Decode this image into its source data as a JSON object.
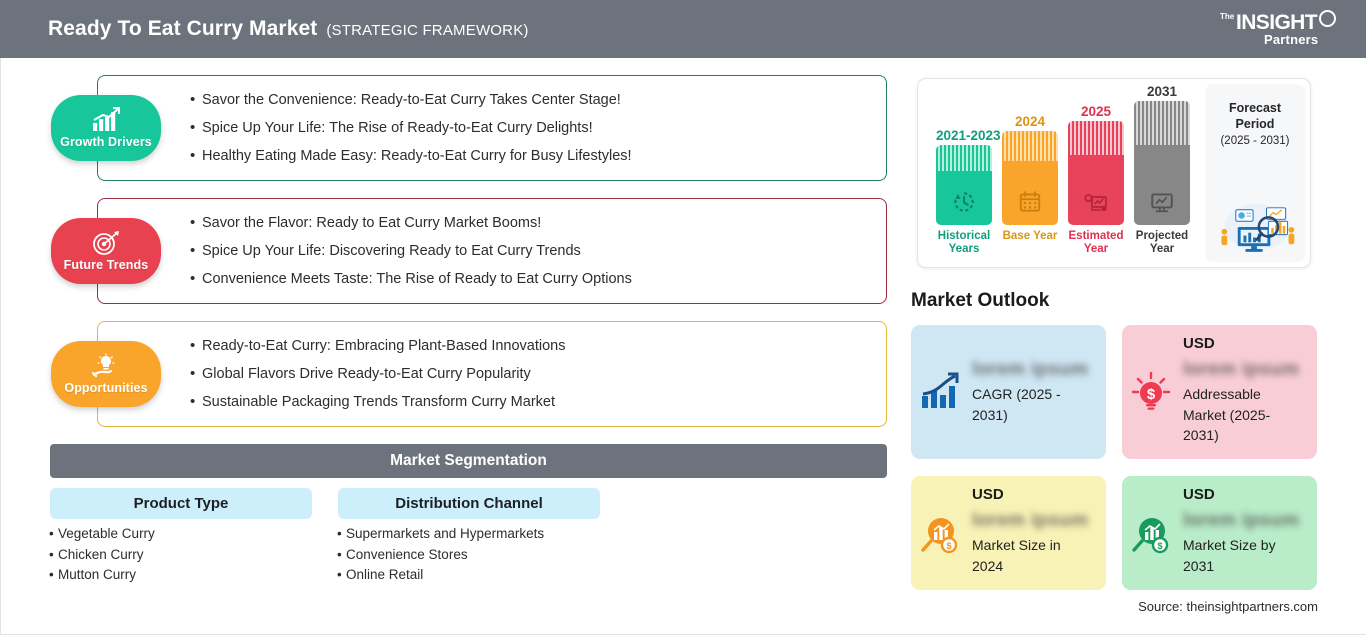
{
  "header": {
    "title": "Ready To Eat Curry Market",
    "subtitle": "(STRATEGIC FRAMEWORK)",
    "logo": {
      "the": "The",
      "insight": "INSIGHT",
      "partners": "Partners"
    },
    "bg_color": "#6d737c"
  },
  "insights": [
    {
      "badge_label": "Growth Drivers",
      "badge_color": "#17c79b",
      "border_color": "#2a7a66",
      "icon": "bar-chart-growth-icon",
      "bullets": [
        "Savor the Convenience: Ready-to-Eat Curry Takes Center Stage!",
        "Spice Up Your Life: The Rise of Ready-to-Eat Curry Delights!",
        "Healthy Eating Made Easy: Ready-to-Eat Curry for Busy Lifestyles!"
      ]
    },
    {
      "badge_label": "Future Trends",
      "badge_color": "#e8414f",
      "border_color": "#9e2c43",
      "icon": "target-dartboard-icon",
      "bullets": [
        "Savor the Flavor: Ready to Eat Curry Market Booms!",
        "Spice Up Your Life: Discovering Ready to Eat Curry Trends",
        "Convenience Meets Taste: The Rise of Ready to Eat Curry Options"
      ]
    },
    {
      "badge_label": "Opportunities",
      "badge_color": "#f9a52b",
      "border_color": "#e0bb3a",
      "icon": "lightbulb-in-hand-icon",
      "bullets": [
        "Ready-to-Eat Curry: Embracing Plant-Based Innovations",
        "Global Flavors Drive Ready-to-Eat Curry Popularity",
        "Sustainable Packaging Trends Transform Curry Market"
      ]
    }
  ],
  "segmentation": {
    "header": "Market Segmentation",
    "columns": [
      {
        "title": "Product Type",
        "items": [
          "Vegetable Curry",
          "Chicken Curry",
          "Mutton Curry"
        ]
      },
      {
        "title": "Distribution Channel",
        "items": [
          "Supermarkets and Hypermarkets",
          "Convenience Stores",
          "Online Retail"
        ]
      }
    ]
  },
  "forecast": {
    "side_title": "Forecast Period",
    "side_sub": "(2025 - 2031)",
    "bars": [
      {
        "year": "2021-2023",
        "caption": "Historical Years",
        "color": "#17c79b",
        "icon": "clock-history-icon"
      },
      {
        "year": "2024",
        "caption": "Base Year",
        "color": "#f9a52b",
        "icon": "calendar-icon"
      },
      {
        "year": "2025",
        "caption": "Estimated Year",
        "color": "#e8435b",
        "icon": "analytics-gear-icon"
      },
      {
        "year": "2031",
        "caption": "Projected Year",
        "color": "#878787",
        "icon": "monitor-chart-icon"
      }
    ]
  },
  "outlook": {
    "title": "Market Outlook",
    "cards": [
      {
        "usd": "",
        "value": "lorem ipsum",
        "label": "CAGR (2025 - 2031)",
        "bg": "#cfe6f3",
        "icon": "bar-chart-arrow-icon",
        "icon_color": "#1268b3"
      },
      {
        "usd": "USD",
        "value": "lorem ipsum",
        "label": "Addressable Market (2025-2031)",
        "bg": "#f9cdd5",
        "icon": "lightbulb-dollar-icon",
        "icon_color": "#f03a52"
      },
      {
        "usd": "USD",
        "value": "lorem ipsum",
        "label": "Market Size in 2024",
        "bg": "#f8f2b6",
        "icon": "magnifier-chart-dollar-icon",
        "icon_color": "#f3941f"
      },
      {
        "usd": "USD",
        "value": "lorem ipsum",
        "label": "Market Size by 2031",
        "bg": "#b9ecc8",
        "icon": "magnifier-chart-dollar-icon",
        "icon_color": "#199b5e"
      }
    ]
  },
  "source": "Source: theinsightpartners.com",
  "chart_data": {
    "type": "bar",
    "title": "Forecast Period (2025 - 2031)",
    "categories": [
      "Historical Years",
      "Base Year",
      "Estimated Year",
      "Projected Year"
    ],
    "tick_labels": [
      "2021-2023",
      "2024",
      "2025",
      "2031"
    ],
    "values": [
      82,
      100,
      115,
      132
    ],
    "colors": [
      "#17c79b",
      "#f9a52b",
      "#e8435b",
      "#878787"
    ],
    "xlabel": "",
    "ylabel": "",
    "legend": "none",
    "grid": false
  }
}
